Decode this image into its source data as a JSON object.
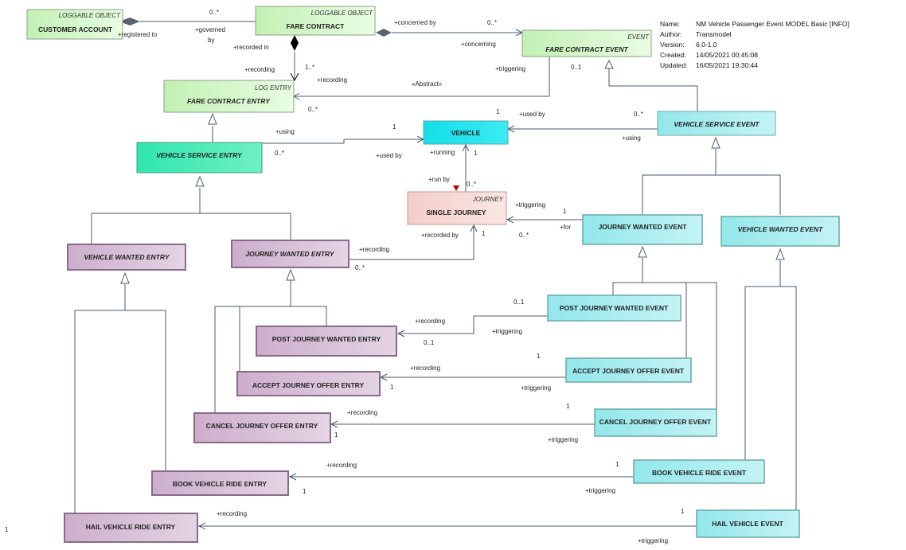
{
  "info": {
    "name_label": "Name:",
    "name": "NM Vehicle Passenger Event MODEL Basic [INFO]",
    "author_label": "Author:",
    "author": "Transmodel",
    "version_label": "Version:",
    "version": "6.0-1.0",
    "created_label": "Created:",
    "created": "14/05/2021 00:45:08",
    "updated_label": "Updated:",
    "updated": "16/05/2021 19:30:44"
  },
  "classes": {
    "customer_account": {
      "stereotype": "LOGGABLE OBJECT",
      "name": "CUSTOMER ACCOUNT"
    },
    "fare_contract": {
      "stereotype": "LOGGABLE OBJECT",
      "name": "FARE CONTRACT"
    },
    "fare_contract_event": {
      "stereotype": "EVENT",
      "name": "FARE CONTRACT EVENT"
    },
    "fare_contract_entry": {
      "stereotype": "LOG ENTRY",
      "name": "FARE CONTRACT ENTRY"
    },
    "vehicle": {
      "name": "VEHICLE"
    },
    "vehicle_service_event": {
      "name": "VEHICLE SERVICE EVENT"
    },
    "vehicle_service_entry": {
      "name": "VEHICLE SERVICE ENTRY"
    },
    "single_journey": {
      "stereotype": "JOURNEY",
      "name": "SINGLE JOURNEY"
    },
    "journey_wanted_event": {
      "name": "JOURNEY WANTED  EVENT"
    },
    "vehicle_wanted_event": {
      "name": "VEHICLE WANTED EVENT"
    },
    "vehicle_wanted_entry": {
      "name": "VEHICLE WANTED ENTRY"
    },
    "journey_wanted_entry": {
      "name": "JOURNEY  WANTED ENTRY"
    },
    "post_journey_wanted_event": {
      "name": "POST JOURNEY WANTED EVENT"
    },
    "post_journey_wanted_entry": {
      "name": "POST JOURNEY WANTED ENTRY"
    },
    "accept_journey_offer_event": {
      "name": "ACCEPT JOURNEY OFFER EVENT"
    },
    "accept_journey_offer_entry": {
      "name": "ACCEPT JOURNEY OFFER ENTRY"
    },
    "cancel_journey_offer_event": {
      "name": "CANCEL JOURNEY OFFER EVENT"
    },
    "cancel_journey_offer_entry": {
      "name": "CANCEL JOURNEY OFFER ENTRY"
    },
    "book_vehicle_ride_event": {
      "name": "BOOK VEHICLE RIDE EVENT"
    },
    "book_vehicle_ride_entry": {
      "name": "BOOK VEHICLE RIDE ENTRY"
    },
    "hail_vehicle_event": {
      "name": "HAIL VEHICLE EVENT"
    },
    "hail_vehicle_ride_entry": {
      "name": "HAIL VEHICLE RIDE  ENTRY"
    }
  },
  "labels": {
    "ca_fc_many": "0..*",
    "registered_to": "+registered to",
    "governed": "+governed",
    "by": "by",
    "concerned_by": "+concerned by",
    "fc_fce_many": "0..*",
    "concerning": "+concerning",
    "recorded_in": "+recorded in",
    "recording_fc": "+recording",
    "fc_one_many": "1..*",
    "recording_fc2": "+recording",
    "fce_many": "0..*",
    "abstract": "«Abstract»",
    "triggering_fce": "+triggering",
    "fce_zero_one": "0..1",
    "using_vse": "+using",
    "vse_many": "0..*",
    "veh_one_a": "1",
    "used_by_a": "+used by",
    "veh_one_b": "1",
    "used_by_b": "+used by",
    "vsev_many": "0..*",
    "using_vsev": "+using",
    "running": "+running",
    "veh_one_c": "1",
    "run_by": "+run by",
    "sj_many": "0..*",
    "triggering_sj": "+triggering",
    "sj_one": "1",
    "for": "+for",
    "jwe_many": "0..*",
    "recorded_by": "+recorded by",
    "sj_one_b": "1",
    "recording_jwe": "+recording",
    "jwentry_many": "0..*",
    "pjwe_zero_one": "0..1",
    "recording_pj": "+recording",
    "triggering_pj": "+triggering",
    "pj_zero_one": "0..1",
    "ajoe_one": "1",
    "recording_aj": "+recording",
    "aj_one": "1",
    "triggering_aj": "+triggering",
    "cjoe_one": "1",
    "recording_cj": "+recording",
    "cj_one": "1",
    "triggering_cj": "+triggering",
    "bvre_one": "1",
    "recording_bv": "+recording",
    "bv_one": "1",
    "triggering_bv": "+triggering",
    "hve_one": "1",
    "recording_hv": "+recording",
    "hv_one": "1",
    "triggering_hv": "+triggering"
  },
  "colors": {
    "green_fill": "#c7f2b8",
    "green_stroke": "#8aa08a",
    "teal_fill": "#33e8b0",
    "cyan_fill": "#18e0ea",
    "event_fill": "#9ee9ec",
    "journey_fill": "#f6d6d2",
    "entry_fill": "#d2b6d2",
    "entry_stroke": "#8a6a8a",
    "line": "#4a5a70"
  }
}
